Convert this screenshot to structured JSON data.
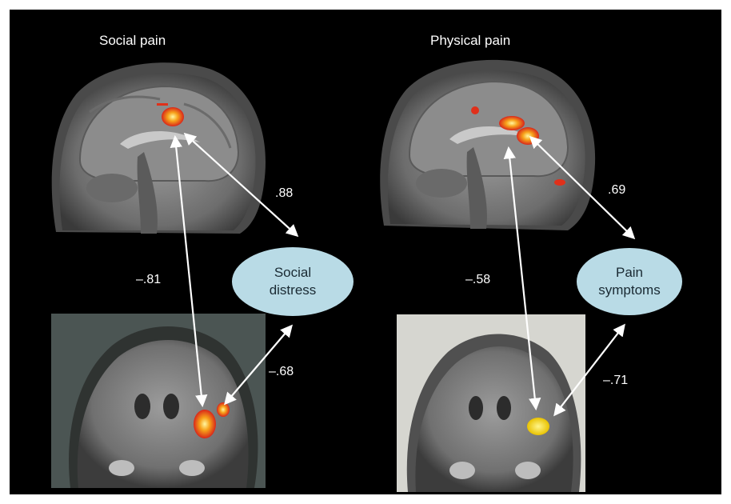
{
  "titles": {
    "left": "Social pain",
    "right": "Physical pain"
  },
  "ovals": {
    "left": {
      "line1": "Social",
      "line2": "distress"
    },
    "right": {
      "line1": "Pain",
      "line2": "symptoms"
    }
  },
  "coefficients": {
    "left_top": ".88",
    "left_vertical": "–.81",
    "left_bottom": "–.68",
    "right_top": ".69",
    "right_vertical": "–.58",
    "right_bottom": "–.71"
  },
  "colors": {
    "background": "#000000",
    "oval_fill": "#b9dbe6",
    "arrow": "#ffffff",
    "activation_red": "#e0301a",
    "activation_yellow": "#f5d21a"
  }
}
